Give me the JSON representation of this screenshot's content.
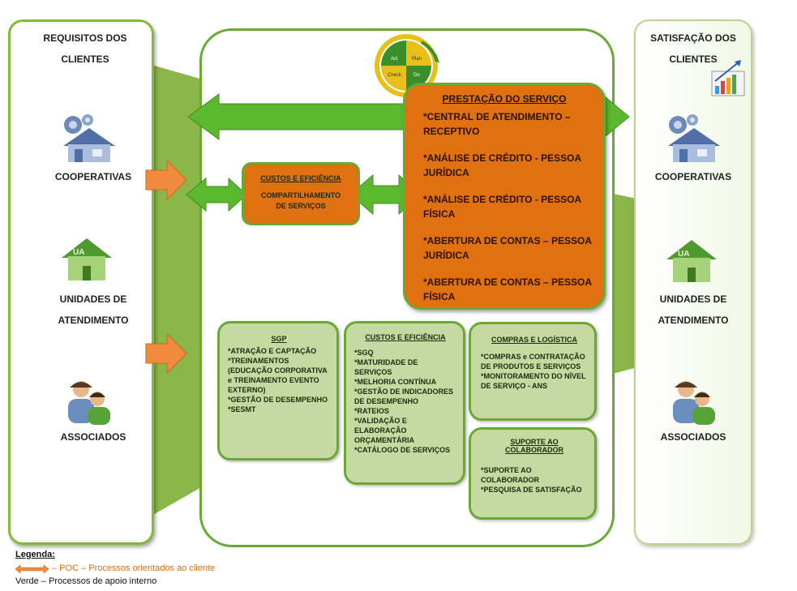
{
  "left_panel": {
    "title": "REQUISITOS DOS CLIENTES",
    "items": [
      {
        "label": "COOPERATIVAS",
        "icon": "house-gears-icon"
      },
      {
        "label": "UNIDADES DE ATENDIMENTO",
        "icon": "house-ua-icon"
      },
      {
        "label": "ASSOCIADOS",
        "icon": "people-icon"
      }
    ]
  },
  "right_panel": {
    "title": "SATISFAÇÃO DOS CLIENTES",
    "items": [
      {
        "label": "COOPERATIVAS",
        "icon": "house-gears-icon"
      },
      {
        "label": "UNIDADES DE ATENDIMENTO",
        "icon": "house-ua-icon"
      },
      {
        "label": "ASSOCIADOS",
        "icon": "people-icon"
      }
    ]
  },
  "pdca": {
    "segments": [
      "Act",
      "Plan",
      "Check",
      "Do"
    ]
  },
  "prestacao": {
    "title": "PRESTAÇÃO DO SERVIÇO",
    "items": [
      "*CENTRAL DE ATENDIMENTO – RECEPTIVO",
      "*ANÁLISE DE CRÉDITO - PESSOA JURÍDICA",
      "*ANÁLISE DE CRÉDITO - PESSOA FÍSICA",
      "*ABERTURA DE CONTAS – PESSOA JURÍDICA",
      "*ABERTURA DE CONTAS – PESSOA FÍSICA"
    ]
  },
  "custos_top": {
    "title": "CUSTOS E EFICIÊNCIA",
    "body": "COMPARTILHAMENTO DE SERVIÇOS"
  },
  "sgp": {
    "title": "SGP",
    "items": [
      "*ATRAÇÃO E CAPTAÇÃO",
      "*TREINAMENTOS (EDUCAÇÃO CORPORATIVA e TREINAMENTO EVENTO EXTERNO)",
      "*GESTÃO DE DESEMPENHO",
      "*SESMT"
    ]
  },
  "custos_bottom": {
    "title": "CUSTOS E EFICIÊNCIA",
    "items": [
      "*SGQ",
      "*MATURIDADE DE SERVIÇOS",
      "*MELHORIA CONTÍNUA",
      "*GESTÃO DE INDICADORES DE DESEMPENHO",
      "*RATEIOS",
      "*VALIDAÇÃO E ELABORAÇÃO ORÇAMENTÁRIA",
      "*CATÁLOGO DE SERVIÇOS"
    ]
  },
  "compras": {
    "title": "COMPRAS E LOGÍSTICA",
    "items": [
      "*COMPRAS e CONTRATAÇÃO DE PRODUTOS E SERVIÇOS",
      "*MONITORAMENTO DO NÍVEL DE SERVIÇO - ANS"
    ]
  },
  "suporte": {
    "title": "SUPORTE AO COLABORADOR",
    "items": [
      "*SUPORTE AO COLABORADOR",
      "*PESQUISA DE SATISFAÇÃO"
    ]
  },
  "legend": {
    "title": "Legenda:",
    "orange": "– POC – Processos orientados ao cliente",
    "green": "Verde – Processos de apoio interno"
  },
  "colors": {
    "orange": "#e07010",
    "green": "#6aa935",
    "light_green": "#c5d9a0",
    "funnel": "#8bb64a"
  }
}
